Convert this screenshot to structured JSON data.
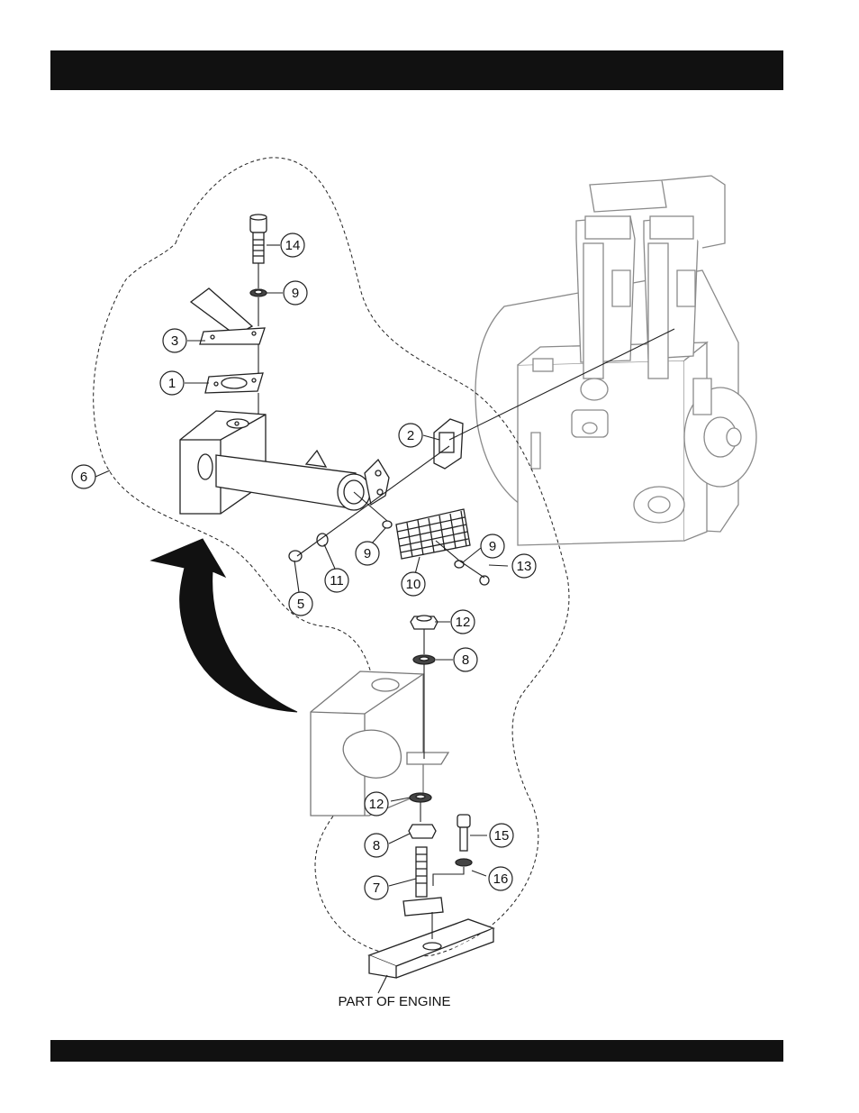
{
  "callouts": [
    "14",
    "9",
    "3",
    "1",
    "2",
    "6",
    "9",
    "5",
    "11",
    "10",
    "9",
    "13",
    "12",
    "8",
    "12",
    "8",
    "15",
    "7",
    "16"
  ],
  "caption": "PART OF ENGINE",
  "colors": {
    "bar": "#111111",
    "line": "#222222",
    "engine": "#8a8a8a"
  }
}
